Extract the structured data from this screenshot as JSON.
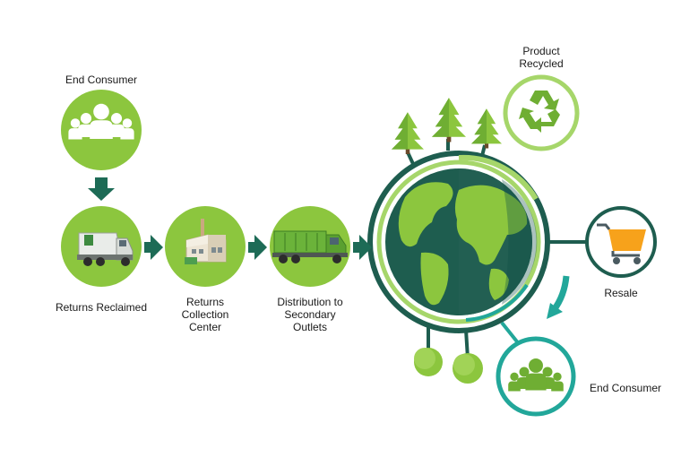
{
  "colors": {
    "light_green": "#8cc63e",
    "dark_teal": "#1e5d4f",
    "arrow": "#1d6b56",
    "teal_accent": "#22a79a",
    "ring_green": "#a6d66a",
    "cart_orange": "#f7a21b"
  },
  "nodes": {
    "end_consumer_top": {
      "label": "End Consumer",
      "icon": "people-icon"
    },
    "returns_reclaimed": {
      "label": "Returns Reclaimed",
      "icon": "garbage-truck-icon"
    },
    "returns_collection": {
      "lines": [
        "Returns",
        "Collection",
        "Center"
      ],
      "icon": "factory-icon"
    },
    "distribution": {
      "lines": [
        "Distribution to",
        "Secondary",
        "Outlets"
      ],
      "icon": "dump-truck-icon"
    },
    "product_recycled": {
      "lines": [
        "Product",
        "Recycled"
      ],
      "icon": "recycle-icon"
    },
    "resale": {
      "label": "Resale",
      "icon": "shopping-cart-icon"
    },
    "end_consumer_right": {
      "label": "End Consumer",
      "icon": "people-icon"
    }
  },
  "center": {
    "icon": "earth-globe-icon",
    "decorations": [
      "pine-tree-icon",
      "tree-ball-icon"
    ]
  }
}
